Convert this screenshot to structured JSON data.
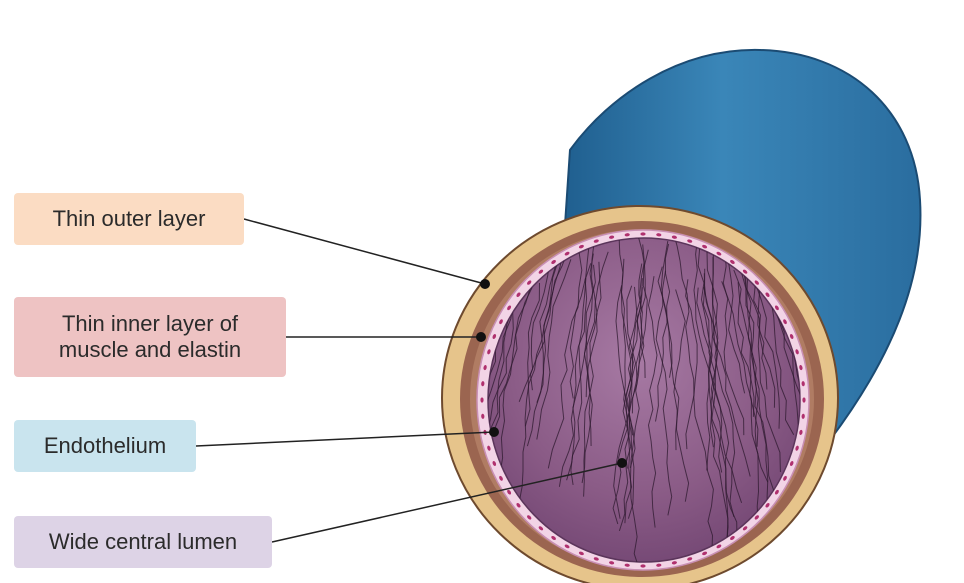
{
  "diagram": {
    "labels": [
      {
        "id": "outer",
        "lines": [
          "Thin outer layer"
        ]
      },
      {
        "id": "inner",
        "lines": [
          "Thin inner layer of",
          "muscle and elastin"
        ]
      },
      {
        "id": "endo",
        "lines": [
          "Endothelium"
        ]
      },
      {
        "id": "lumen",
        "lines": [
          "Wide central lumen"
        ]
      }
    ]
  },
  "colors": {
    "outer_label_bg": "#fbdcc3",
    "inner_label_bg": "#eec3c3",
    "endo_label_bg": "#c9e4ee",
    "lumen_label_bg": "#ddd3e6",
    "tube_outer": "#3a82b4",
    "tube_outer_dark": "#21608f",
    "adventitia": "#e6c48b",
    "muscle_layer": "#9b6550",
    "endothelium": "#f0d1e4",
    "lumen": "#8d5d88"
  }
}
